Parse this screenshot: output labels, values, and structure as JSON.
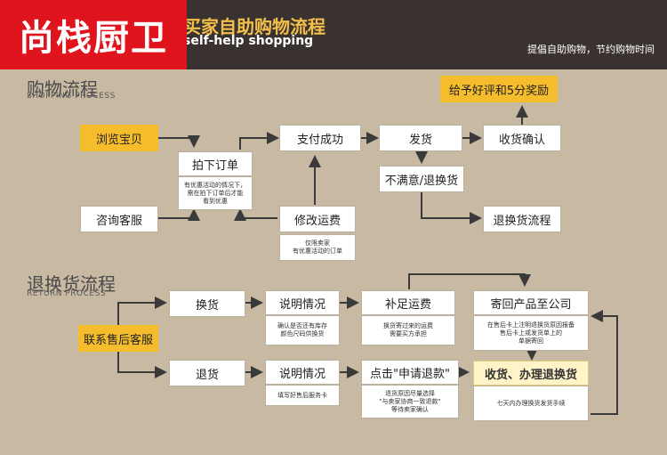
{
  "header": {
    "logo_text": "尚栈厨卫",
    "title_cn": "买家自助购物流程",
    "title_en": "self-help shopping",
    "slogan": "提倡自助购物，节约购物时间"
  },
  "shopping": {
    "section_title_cn": "购物流程",
    "section_title_en": "SHOPPING PROCESS",
    "browse": "浏览宝贝",
    "order": "拍下订单",
    "order_note": "有优惠活动的情况下，\n需在拍下订单后才能\n看到优惠",
    "consult": "咨询客服",
    "pay": "支付成功",
    "modify_freight": "修改运费",
    "modify_note": "仅限卖家\n有优惠活动的订单",
    "ship": "发货",
    "unsatisfied": "不满意/退换货",
    "receive": "收货确认",
    "reward": "给予好评和5分奖励",
    "return_flow": "退换货流程"
  },
  "returns": {
    "section_title_cn": "退换货流程",
    "section_title_en": "RETURN PROCESS",
    "contact": "联系售后客服",
    "exchange": "换货",
    "explain1": "说明情况",
    "explain1_note": "确认是否还有库存\n颜色尺码供换货",
    "supplement": "补足运费",
    "supplement_note": "换货寄过来的运费\n需要买方承担",
    "send_back": "寄回产品至公司",
    "send_back_note": "在售后卡上注明退换货原因报备\n售后卡上或发货单上的\n单据寄回",
    "refund": "退货",
    "explain2": "说明情况",
    "explain2_note": "填写好售后服务卡",
    "apply_refund": "点击\"申请退款\"",
    "apply_note": "退货原因尽量选择\n\"与卖家协商一致退款\"\n等待卖家确认",
    "receive_done": "收货、办理退换货",
    "receive_done_note": "七天内办理换货发货手续"
  },
  "colors": {
    "background": "#c7b9a2",
    "header": "#3a3230",
    "logo": "#e0141c",
    "highlight": "#f5bc2c",
    "arrow": "#3a3a3a"
  }
}
